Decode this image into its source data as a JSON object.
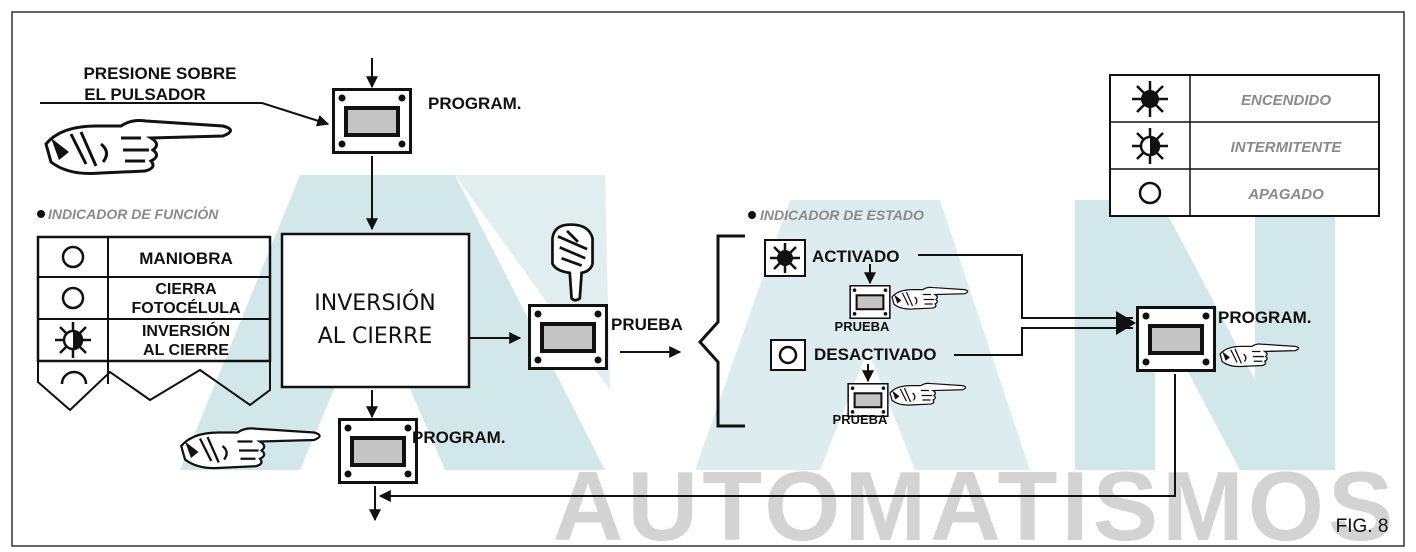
{
  "watermark": {
    "letters": "AVAN",
    "subtitle": "AUTOMATISMOS"
  },
  "callout": {
    "line1": "PRESIONE SOBRE",
    "line2": "EL PULSADOR"
  },
  "program_label": "PROGRAM.",
  "program_label_bottom": "PROGRAM.",
  "program_label_right": "PROGRAM.",
  "function_indicator": {
    "title": "INDICADOR DE FUNCIÓN",
    "rows": [
      {
        "line1": "MANIOBRA",
        "line2": "",
        "state": "off"
      },
      {
        "line1": "CIERRA",
        "line2": "FOTOCÉLULA",
        "state": "off"
      },
      {
        "line1": "INVERSIÓN",
        "line2": "AL CIERRE",
        "state": "blink"
      }
    ]
  },
  "main_box": {
    "line1": "INVERSIÓN",
    "line2": "AL  CIERRE"
  },
  "prueba_label": "PRUEBA",
  "status_indicator": {
    "title": "INDICADOR DE ESTADO",
    "activated": "ACTIVADO",
    "deactivated": "DESACTIVADO",
    "prueba_top": "PRUEBA",
    "prueba_bottom": "PRUEBA"
  },
  "legend": [
    {
      "label": "ENCENDIDO",
      "icon": "led-on-icon"
    },
    {
      "label": "INTERMITENTE",
      "icon": "led-blink-icon"
    },
    {
      "label": "APAGADO",
      "icon": "led-off-icon"
    }
  ],
  "figure_label": "FIG. 8"
}
